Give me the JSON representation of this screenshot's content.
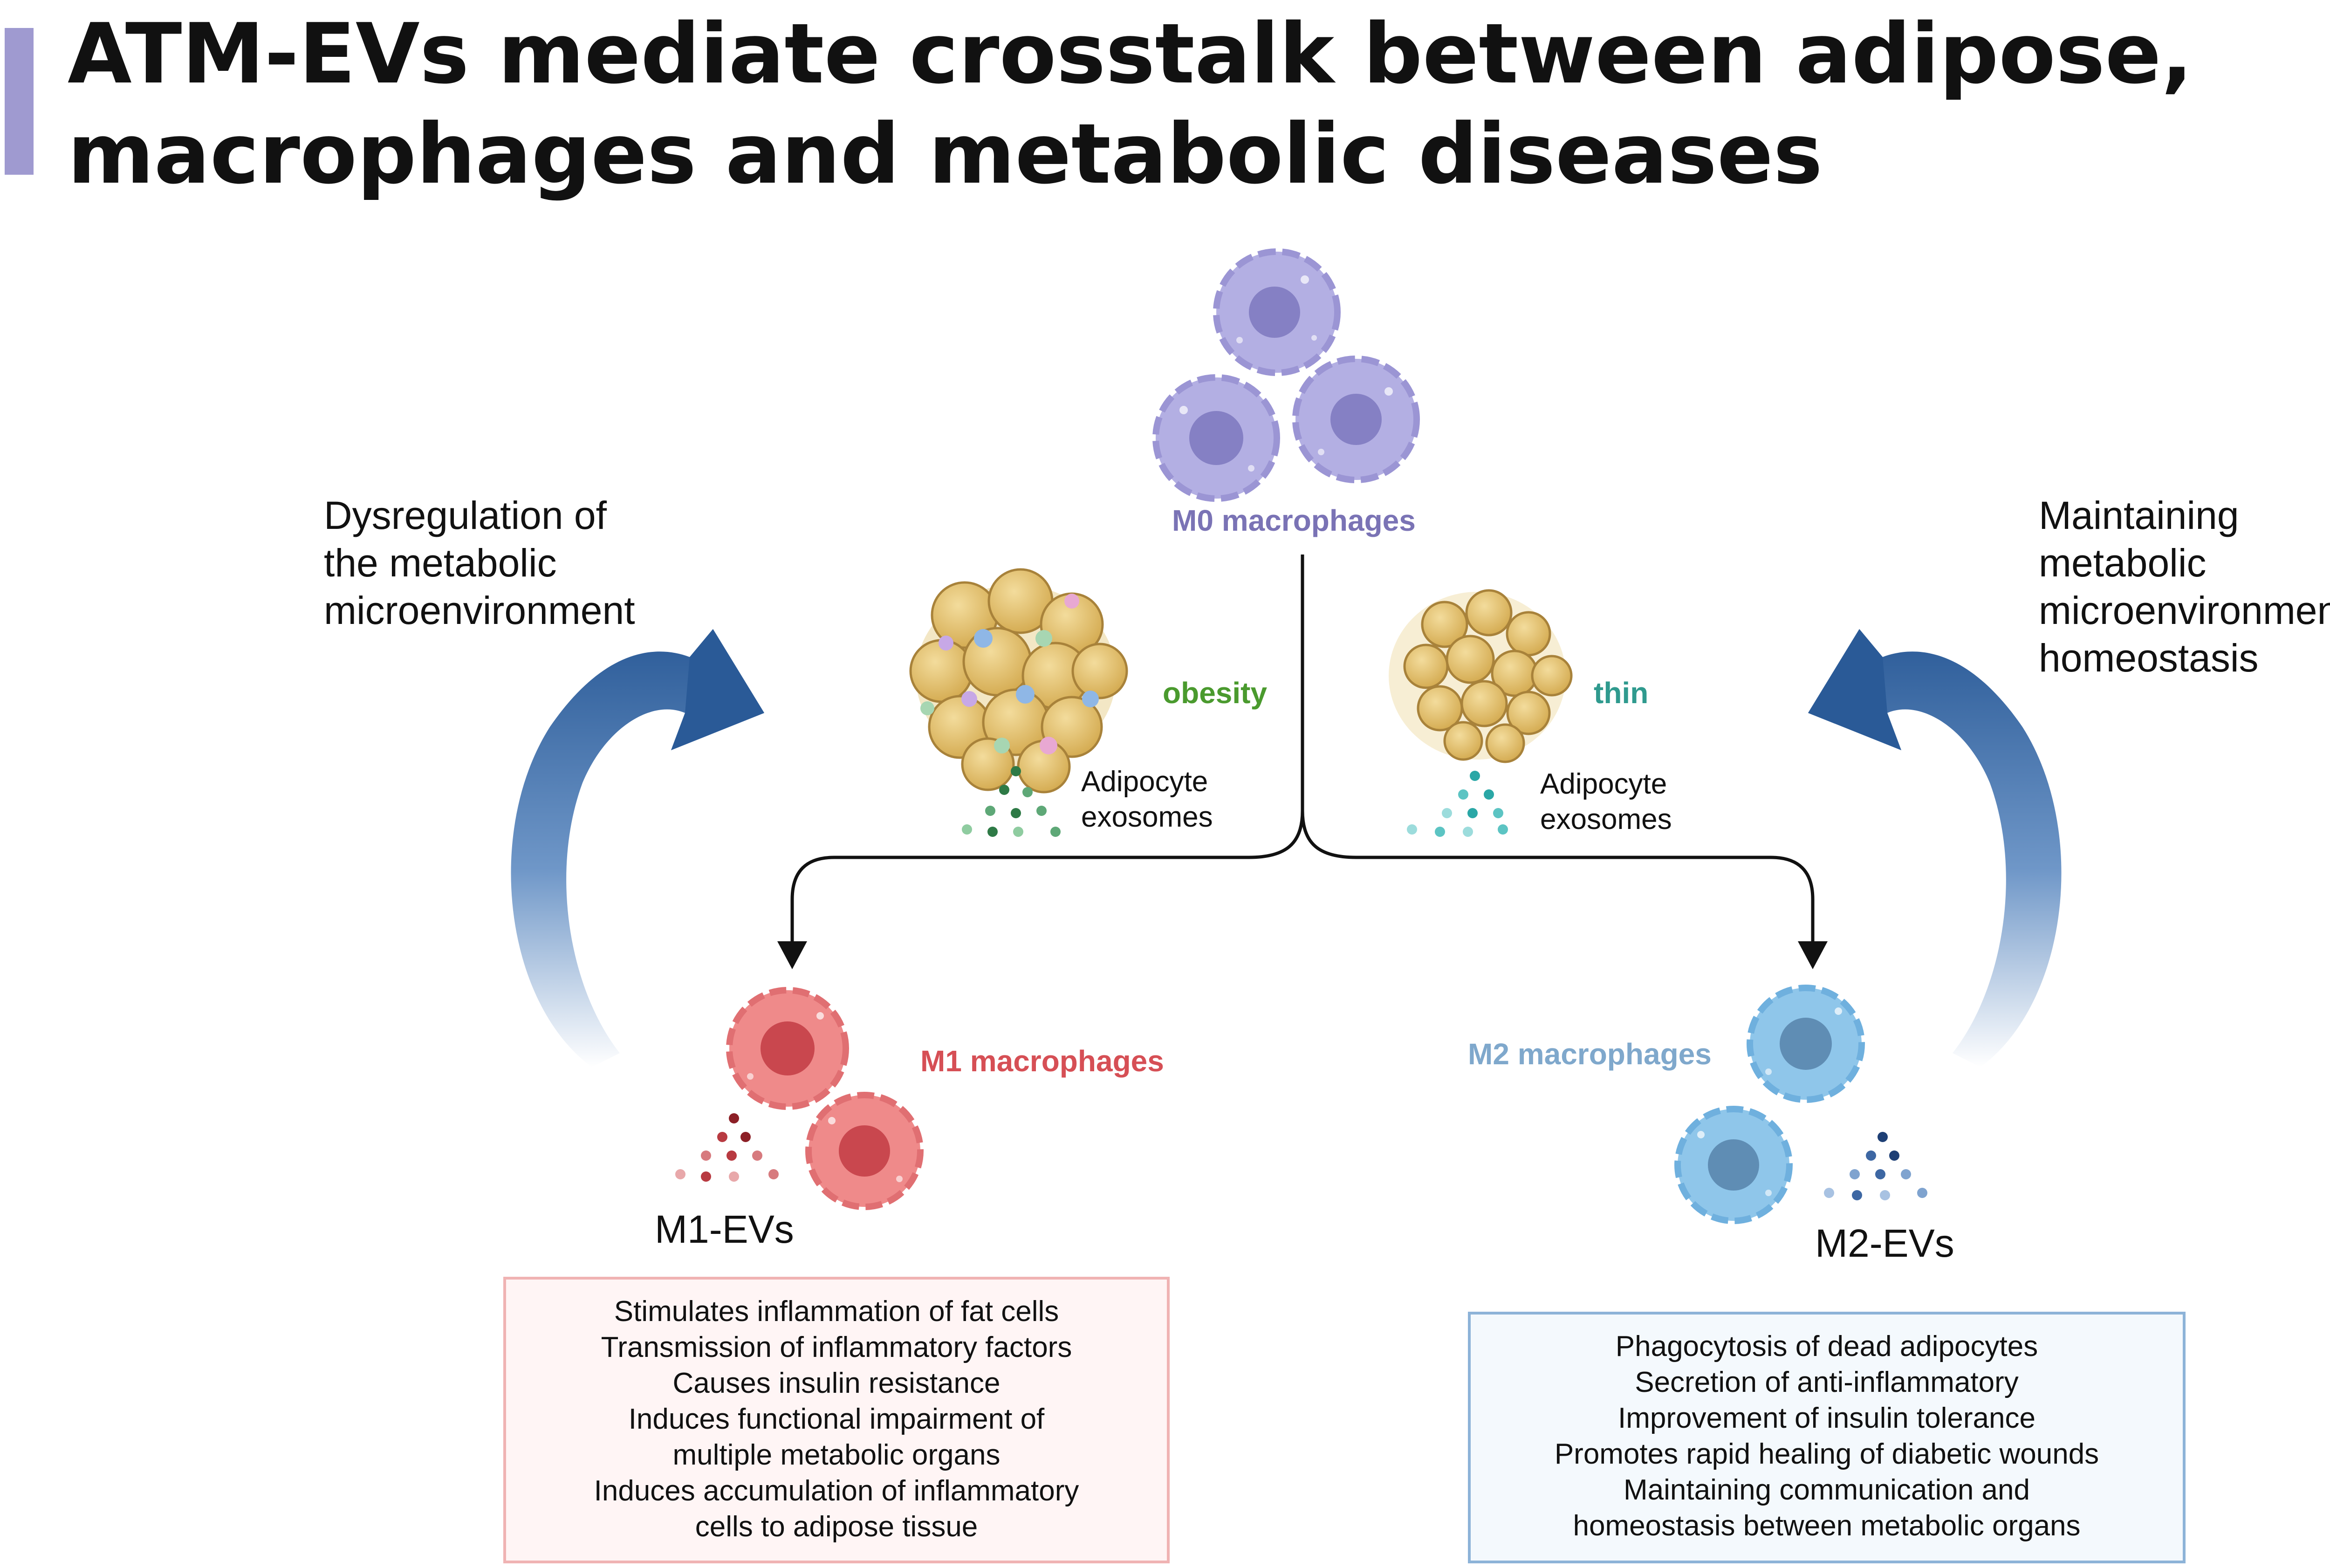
{
  "title": {
    "line1": "ATM-EVs mediate crosstalk between adipose,",
    "line2": "macrophages and metabolic diseases"
  },
  "left_arrow_text": [
    "Dysregulation of",
    "the metabolic",
    "microenvironment"
  ],
  "right_arrow_text": [
    "Maintaining",
    "metabolic",
    "microenvironmental",
    "homeostasis"
  ],
  "labels": {
    "m0": "M0 macrophages",
    "obesity": "obesity",
    "thin": "thin",
    "m1": "M1 macrophages",
    "m2": "M2 macrophages",
    "m1_evs": "M1-EVs",
    "m2_evs": "M2-EVs"
  },
  "exosomes_left": [
    "Adipocyte",
    "exosomes"
  ],
  "exosomes_right": [
    "Adipocyte",
    "exosomes"
  ],
  "m1_effects": [
    "Stimulates inflammation of fat cells",
    "Transmission of inflammatory factors",
    "Causes insulin resistance",
    "Induces functional impairment of",
    "multiple metabolic organs",
    "Induces accumulation of inflammatory",
    "cells to adipose tissue"
  ],
  "m2_effects": [
    "Phagocytosis of dead adipocytes",
    "Secretion of anti-inflammatory",
    "Improvement of insulin tolerance",
    "Promotes rapid healing of diabetic wounds",
    "Maintaining communication and",
    "homeostasis between metabolic organs"
  ],
  "colors": {
    "title_bar": "#9f9ad0",
    "m0": "#7a73b5",
    "m0_cell": "#b3afe3",
    "obesity": "#4a9a2e",
    "thin": "#2f9a8e",
    "m1": "#d64f55",
    "m1_cell": "#ef8a8a",
    "m2": "#7fa8cc",
    "m2_cell": "#8fc6ea",
    "arrow_blue": "#2a5a97",
    "fat_cell": "#e4c272",
    "m1_box_border": "#f0b3b3",
    "m1_box_fill": "#fff5f5",
    "m2_box_border": "#8db3d8",
    "m2_box_fill": "#f4f9fd"
  }
}
